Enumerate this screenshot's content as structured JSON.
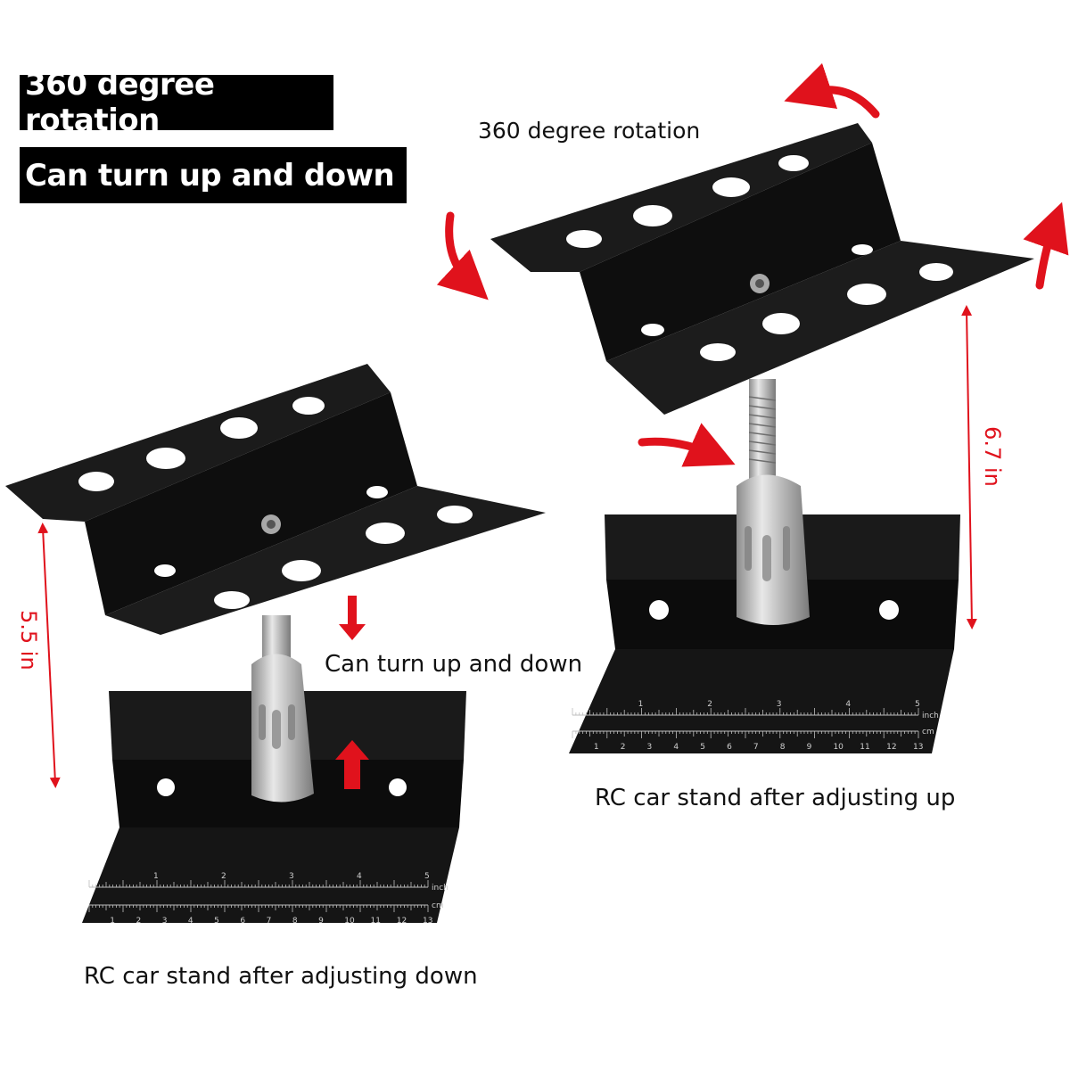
{
  "banners": {
    "rotation": "360 degree rotation",
    "updown": "Can turn up and down"
  },
  "captions": {
    "rotation": "360 degree rotation",
    "updown": "Can turn up and down",
    "after_up": "RC car stand after adjusting up",
    "after_down": "RC car stand after adjusting down"
  },
  "dimensions": {
    "low": "5.5 in",
    "high": "6.7 in"
  },
  "ruler": {
    "inch_unit": "inch",
    "cm_unit": "cm",
    "inch_ticks": [
      "1",
      "2",
      "3",
      "4",
      "5"
    ],
    "cm_ticks": [
      "1",
      "2",
      "3",
      "4",
      "5",
      "6",
      "7",
      "8",
      "9",
      "10",
      "11",
      "12",
      "13"
    ]
  },
  "colors": {
    "arrow": "#e0121c",
    "plate": "#121212",
    "metal": "#c8c8c8"
  }
}
